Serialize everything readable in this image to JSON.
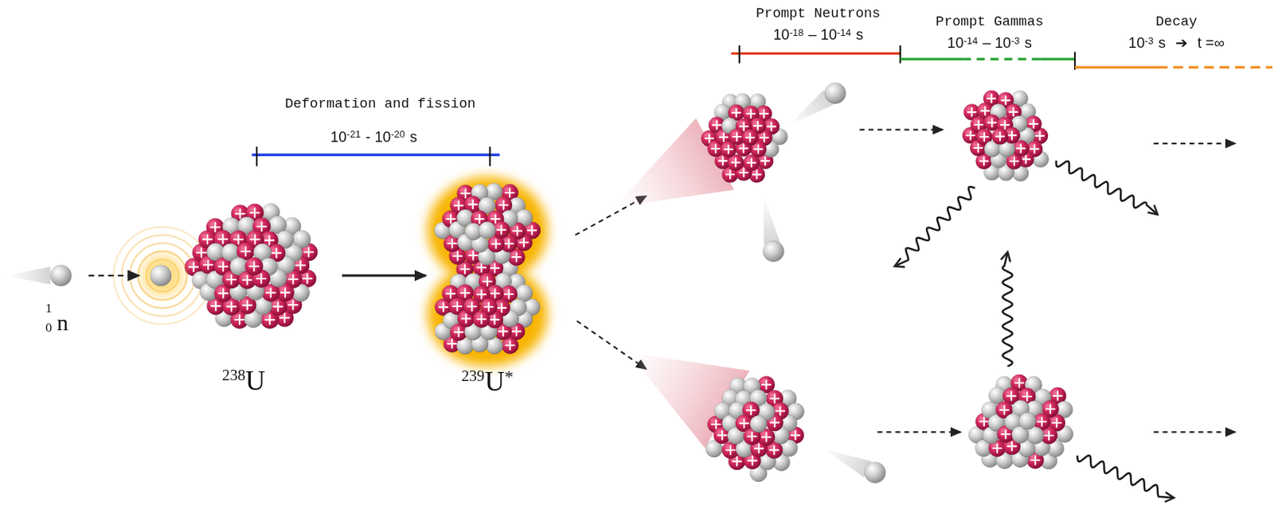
{
  "diagram": {
    "nodes": [
      {
        "text": [
          "1",
          "0",
          "n"
        ]
      },
      {
        "text": [
          "238",
          "U"
        ]
      },
      {
        "text": [
          "239",
          "U",
          "*"
        ]
      }
    ],
    "edges": [
      {
        "from": 0,
        "to": 1,
        "arrow": "to"
      },
      {
        "from": 1,
        "to": 2,
        "arrow": "to"
      }
    ],
    "labels": [
      "Deformation and fission",
      "10",
      "-21",
      "- 10",
      "-20",
      "s",
      "Prompt Neutrons",
      "10",
      "-18",
      "– 10",
      "-14",
      "s",
      "Prompt Gammas",
      "10",
      "-14",
      "– 10",
      "-3",
      "s",
      "Decay",
      "10",
      "-3",
      "s",
      "➔",
      "t =∞"
    ]
  }
}
